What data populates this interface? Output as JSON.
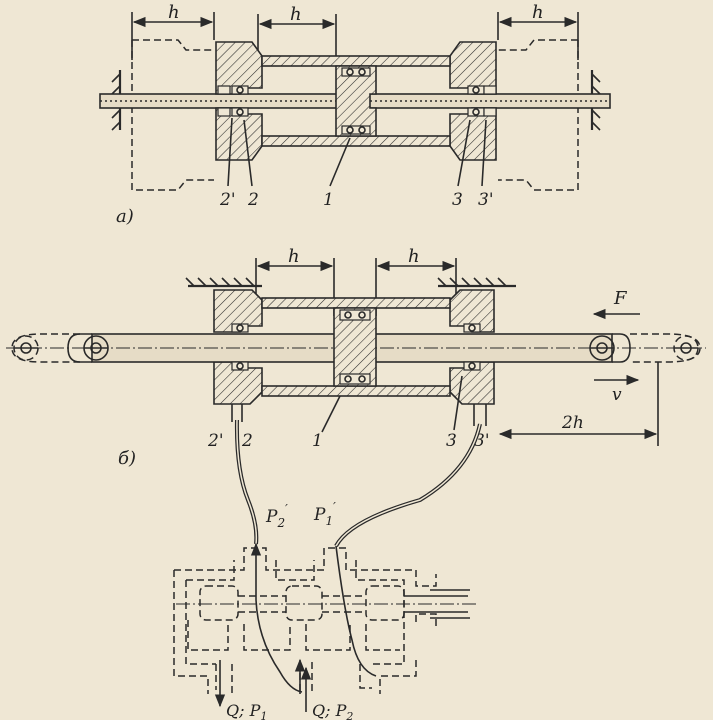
{
  "diagram_a": {
    "caption": "а)",
    "dim_h_left": "h",
    "dim_h_center": "h",
    "dim_h_right": "h",
    "label_1": "1",
    "label_2": "2",
    "label_2p": "2'",
    "label_3": "3",
    "label_3p": "3'"
  },
  "diagram_b": {
    "caption": "б)",
    "dim_h_left": "h",
    "dim_h_right": "h",
    "dim_2h": "2h",
    "force": "F",
    "velocity": "v",
    "label_1": "1",
    "label_2": "2",
    "label_2p": "2'",
    "label_3": "3",
    "label_3p": "3'"
  },
  "valve": {
    "p2p": "P",
    "p2p_sub": "2",
    "p1p": "P",
    "p1p_sub": "1",
    "out_left": "Q; P",
    "out_left_sub": "1",
    "out_right": "Q; P",
    "out_right_sub": "2"
  },
  "colors": {
    "paper": "#efe7d4",
    "ink": "#2a2a2a"
  }
}
